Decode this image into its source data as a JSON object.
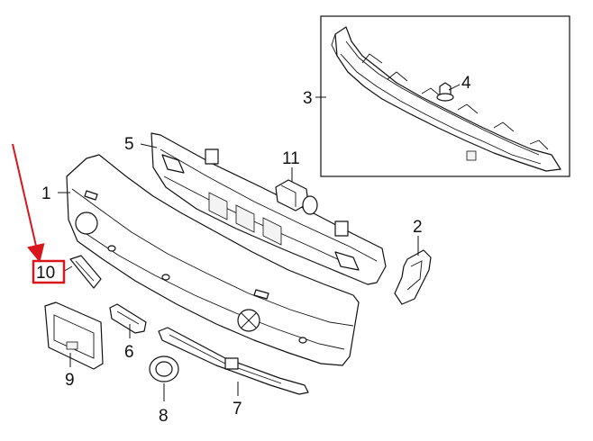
{
  "diagram": {
    "accent_color": "#d9161c",
    "callouts": {
      "c1": "1",
      "c2": "2",
      "c3": "3",
      "c4": "4",
      "c5": "5",
      "c6": "6",
      "c7": "7",
      "c8": "8",
      "c9": "9",
      "c10": "10",
      "c11": "11"
    },
    "highlighted_callout": "10"
  }
}
